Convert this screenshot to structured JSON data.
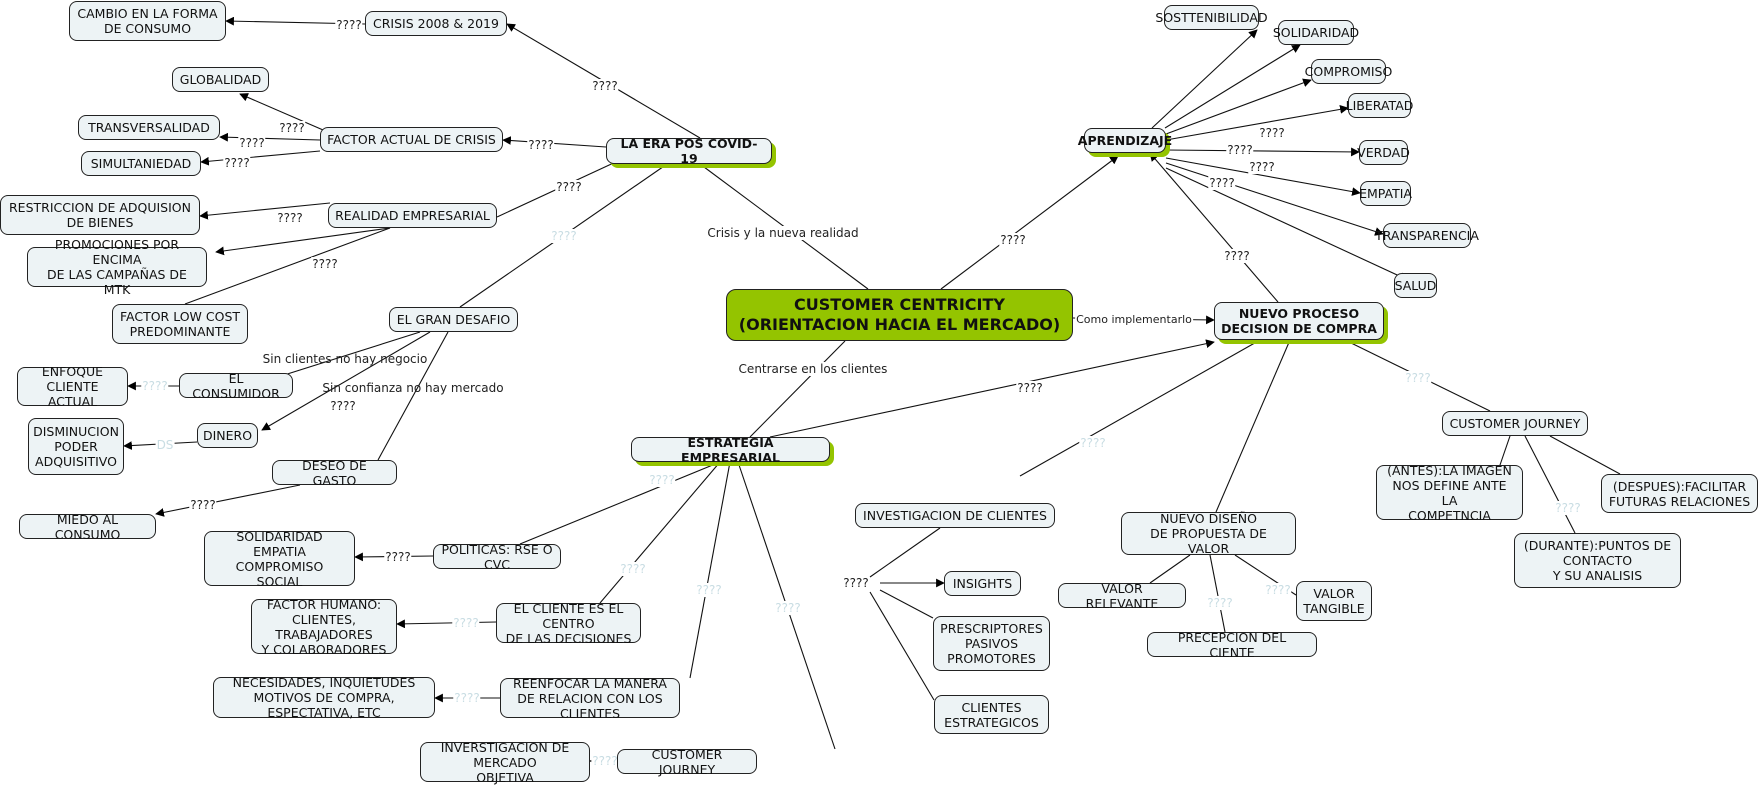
{
  "colors": {
    "main_fill": "#94c400",
    "node_fill": "#edf3f5",
    "faint_label": "#c9dde3"
  },
  "nodes": {
    "center": "CUSTOMER CENTRICITY\n(ORIENTACION HACIA EL MERCADO)",
    "era_covid": "LA ERA POS COVID-19",
    "crisis": "CRISIS 2008 & 2019",
    "cambio": "CAMBIO EN LA FORMA\nDE CONSUMO",
    "factor_actual": "FACTOR ACTUAL DE CRISIS",
    "globalidad": "GLOBALIDAD",
    "transversalidad": "TRANSVERSALIDAD",
    "simultaniedad": "SIMULTANIEDAD",
    "realidad": "REALIDAD EMPRESARIAL",
    "restriccion": "RESTRICCION DE ADQUISION\nDE BIENES",
    "promociones": "PROMOCIONES POR ENCIMA\nDE LAS CAMPAÑAS DE MTK",
    "low_cost": "FACTOR LOW COST\nPREDOMINANTE",
    "gran_desafio": "EL GRAN DESAFIO",
    "consumidor": "EL CONSUMIDOR",
    "enfoque": "ENFOQUE\nCLIENTE ACTUAL",
    "dinero": "DINERO",
    "disminucion": "DISMINUCION\nPODER\nADQUISITIVO",
    "deseo": "DESEO DE GASTO",
    "miedo": "MIEDO AL CONSUMO",
    "estrategia": "ESTRATEGIA EMPRESARIAL",
    "politicas": "POLITICAS: RSE O CVC",
    "solidaridad_social": "SOLIDARIDAD\nEMPATIA\nCOMPROMISO SOCIAL",
    "cliente_centro": "EL CLIENTE ES EL CENTRO\nDE LAS DECISIONES",
    "factor_humano": "FACTOR HUMANO:\nCLIENTES, TRABAJADORES\nY COLABORADORES",
    "reenfocar": "REENFOCAR LA MANERA\nDE RELACION CON LOS CLIENTES",
    "necesidades": "NECESIDADES, INQUIETUDES\nMOTIVOS DE COMPRA, ESPECTATIVA, ETC",
    "cj_left": "CUSTOMER JOURNEY",
    "investigacion_mercado": "INVERSTIGACION DE MERCADO\nOBJETIVA",
    "aprendizaje": "APRENDIZAJE",
    "sostenibilidad": "SOSTTENIBILIDAD",
    "solidaridad": "SOLIDARIDAD",
    "compromiso": "COMPROMISO",
    "liberatad": "LIBERATAD",
    "verdad": "VERDAD",
    "empatia": "EMPATIA",
    "transparencia": "TRANSPARENCIA",
    "salud": "SALUD",
    "nuevo_proceso": "NUEVO PROCESO\nDECISION DE COMPRA",
    "investigacion_clientes": "INVESTIGACION DE CLIENTES",
    "insights": "INSIGHTS",
    "prescriptores": "PRESCRIPTORES\nPASIVOS\nPROMOTORES",
    "estrategicos": "CLIENTES\nESTRATEGICOS",
    "nuevo_diseno": "NUEVO DISEÑO\nDE PROPUESTA DE VALOR",
    "valor_relevante": "VALOR RELEVANTE",
    "valor_tangible": "VALOR\nTANGIBLE",
    "precepcion": "PRECEPCION DEL CIENTE",
    "cj_right": "CUSTOMER JOURNEY",
    "antes": "(ANTES):LA IMAGEN\nNOS DEFINE ANTE LA\nCOMPETNCIA",
    "durante": "(DURANTE):PUNTOS DE\nCONTACTO\nY SU ANALISIS",
    "despues": "(DESPUES):FACILITAR\nFUTURAS RELACIONES"
  },
  "labels": {
    "crisis_nueva_realidad": "Crisis y la nueva realidad",
    "centrarse": "Centrarse en los clientes",
    "como_implementarlo": "Como implementarlo",
    "sin_clientes": "Sin clientes no hay negocio",
    "sin_confianza": "Sin confianza no hay mercado",
    "ds": "DS",
    "q": "????"
  }
}
